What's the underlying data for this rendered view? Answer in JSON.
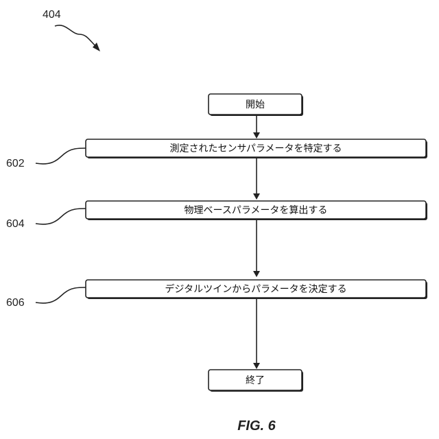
{
  "figure_ref": "404",
  "figure_label": "FIG. 6",
  "start_label": "開始",
  "end_label": "終了",
  "steps": [
    {
      "ref": "602",
      "label": "測定されたセンサパラメータを特定する"
    },
    {
      "ref": "604",
      "label": "物理ベースパラメータを算出する"
    },
    {
      "ref": "606",
      "label": "デジタルツインからパラメータを決定する"
    }
  ]
}
